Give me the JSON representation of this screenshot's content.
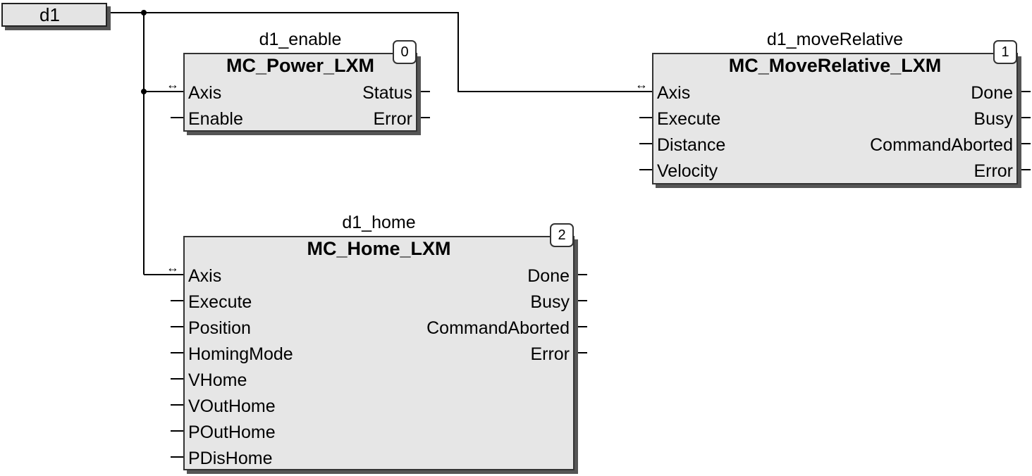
{
  "variable": {
    "label": "d1"
  },
  "blocks": [
    {
      "id": "enable",
      "instance": "d1_enable",
      "type": "MC_Power_LXM",
      "number": "0",
      "inputs": [
        "Axis",
        "Enable"
      ],
      "outputs": [
        "Status",
        "Error"
      ]
    },
    {
      "id": "move",
      "instance": "d1_moveRelative",
      "type": "MC_MoveRelative_LXM",
      "number": "1",
      "inputs": [
        "Axis",
        "Execute",
        "Distance",
        "Velocity"
      ],
      "outputs": [
        "Done",
        "Busy",
        "CommandAborted",
        "Error"
      ]
    },
    {
      "id": "home",
      "instance": "d1_home",
      "type": "MC_Home_LXM",
      "number": "2",
      "inputs": [
        "Axis",
        "Execute",
        "Position",
        "HomingMode",
        "VHome",
        "VOutHome",
        "POutHome",
        "PDisHome"
      ],
      "outputs": [
        "Done",
        "Busy",
        "CommandAborted",
        "Error"
      ]
    }
  ],
  "icons": {
    "inout_pin": "bidirectional-arrow-icon"
  }
}
